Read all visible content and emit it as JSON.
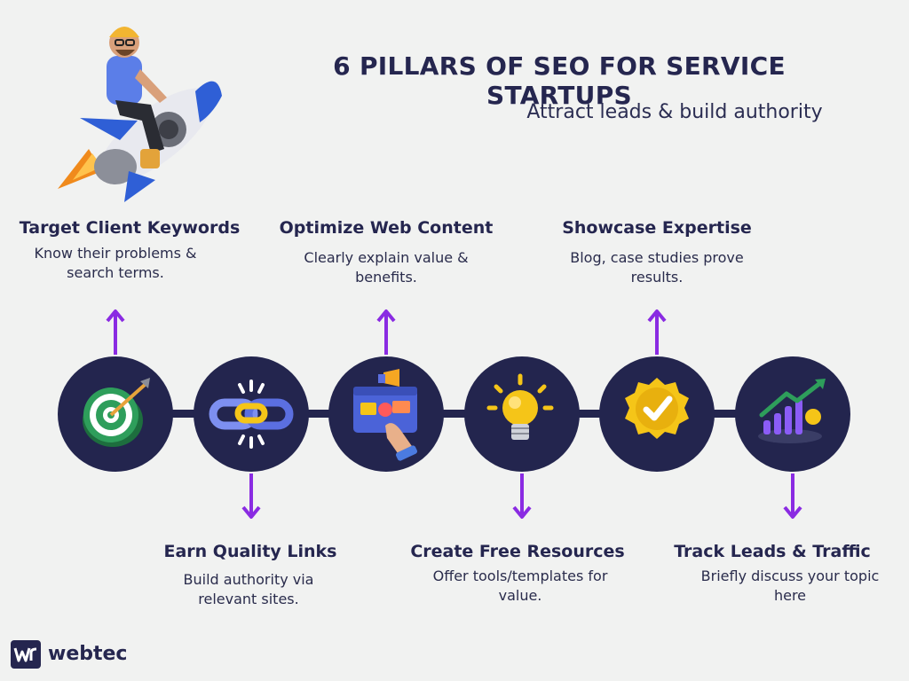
{
  "header": {
    "title": "6 PILLARS OF SEO FOR SERVICE STARTUPS",
    "subtitle": "Attract leads & build authority"
  },
  "pillars": [
    {
      "title": "Target Client Keywords",
      "description": "Know their problems & search terms.",
      "icon": "target-icon",
      "position": "top"
    },
    {
      "title": "Earn Quality Links",
      "description": "Build authority via relevant sites.",
      "icon": "chain-link-icon",
      "position": "bottom"
    },
    {
      "title": "Optimize Web Content",
      "description": "Clearly explain value & benefits.",
      "icon": "web-content-icon",
      "position": "top"
    },
    {
      "title": "Create Free Resources",
      "description": "Offer tools/templates for value.",
      "icon": "lightbulb-icon",
      "position": "bottom"
    },
    {
      "title": "Showcase Expertise",
      "description": "Blog, case studies prove results.",
      "icon": "badge-check-icon",
      "position": "top"
    },
    {
      "title": "Track Leads & Traffic",
      "description": "Briefly discuss your topic here",
      "icon": "growth-chart-icon",
      "position": "bottom"
    }
  ],
  "brand": {
    "name": "webtec",
    "logo_mark": "wr"
  },
  "colors": {
    "navy": "#23254e",
    "arrow": "#8a2be2",
    "background": "#f1f2f1",
    "accent_gold": "#f5c518",
    "accent_green": "#2e9e5b"
  }
}
